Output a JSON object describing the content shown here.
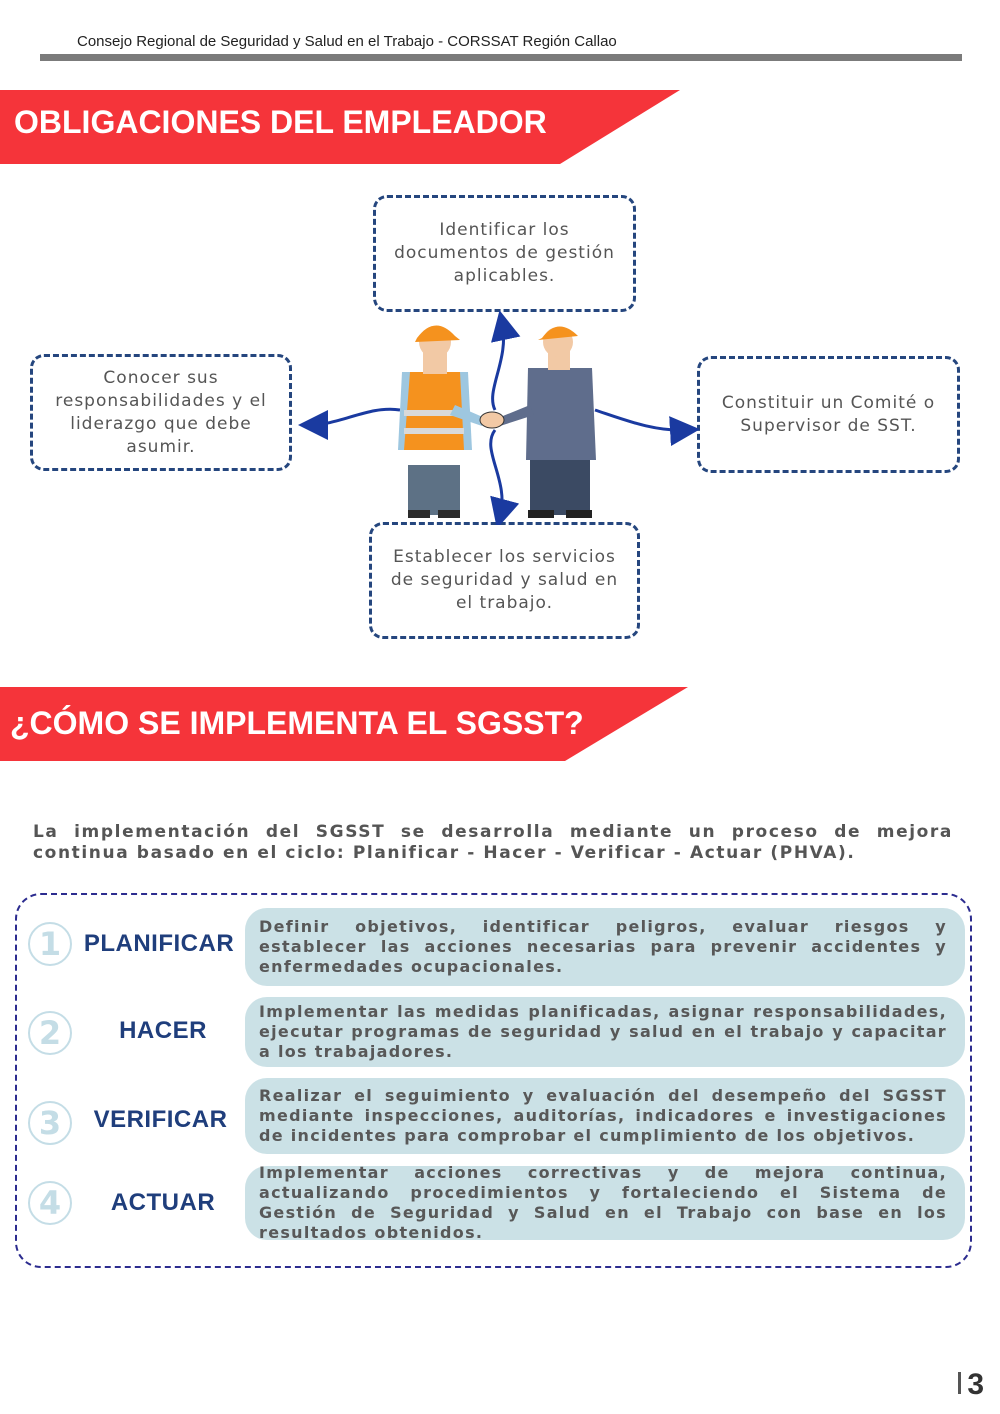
{
  "header": {
    "org": "Consejo Regional de Seguridad y Salud en el Trabajo - CORSSAT Región Callao"
  },
  "section1": {
    "title": "OBLIGACIONES DEL EMPLEADOR",
    "items": {
      "top": "Identificar los documentos de gestión aplicables.",
      "left": "Conocer sus responsabilidades y el liderazgo que debe asumir.",
      "right": "Constituir un Comité o Supervisor de SST.",
      "bottom": "Establecer los servicios de seguridad y salud en el trabajo."
    },
    "illustration": "handshake-workers-illustration"
  },
  "section2": {
    "title": "¿CÓMO SE IMPLEMENTA EL SGSST?",
    "intro": "La implementación del SGSST se desarrolla mediante un proceso de mejora continua basado en el ciclo: Planificar - Hacer - Verificar - Actuar (PHVA).",
    "steps": [
      {
        "num": "1",
        "name": "PLANIFICAR",
        "desc": "Definir objetivos, identificar peligros, evaluar riesgos y establecer las acciones necesarias para prevenir accidentes y enfermedades ocupacionales."
      },
      {
        "num": "2",
        "name": "HACER",
        "desc": "Implementar las medidas planificadas, asignar responsabilidades, ejecutar programas de seguridad y salud en el trabajo y capacitar a los trabajadores."
      },
      {
        "num": "3",
        "name": "VERIFICAR",
        "desc": "Realizar el seguimiento y evaluación del desempeño del SGSST mediante inspecciones, auditorías, indicadores e investigaciones de incidentes para comprobar el cumplimiento de los objetivos."
      },
      {
        "num": "4",
        "name": "ACTUAR",
        "desc": "Implementar acciones correctivas y de mejora continua, actualizando procedimientos y fortaleciendo el Sistema de Gestión de Seguridad y Salud en el Trabajo con base en los resultados obtenidos."
      }
    ]
  },
  "colors": {
    "banner": "#f5343a",
    "box_border": "#25467e",
    "arrow": "#1a3aa0",
    "step_bg": "#cbe1e6",
    "step_name": "#1f3e7c"
  },
  "footer": {
    "page": "3"
  }
}
